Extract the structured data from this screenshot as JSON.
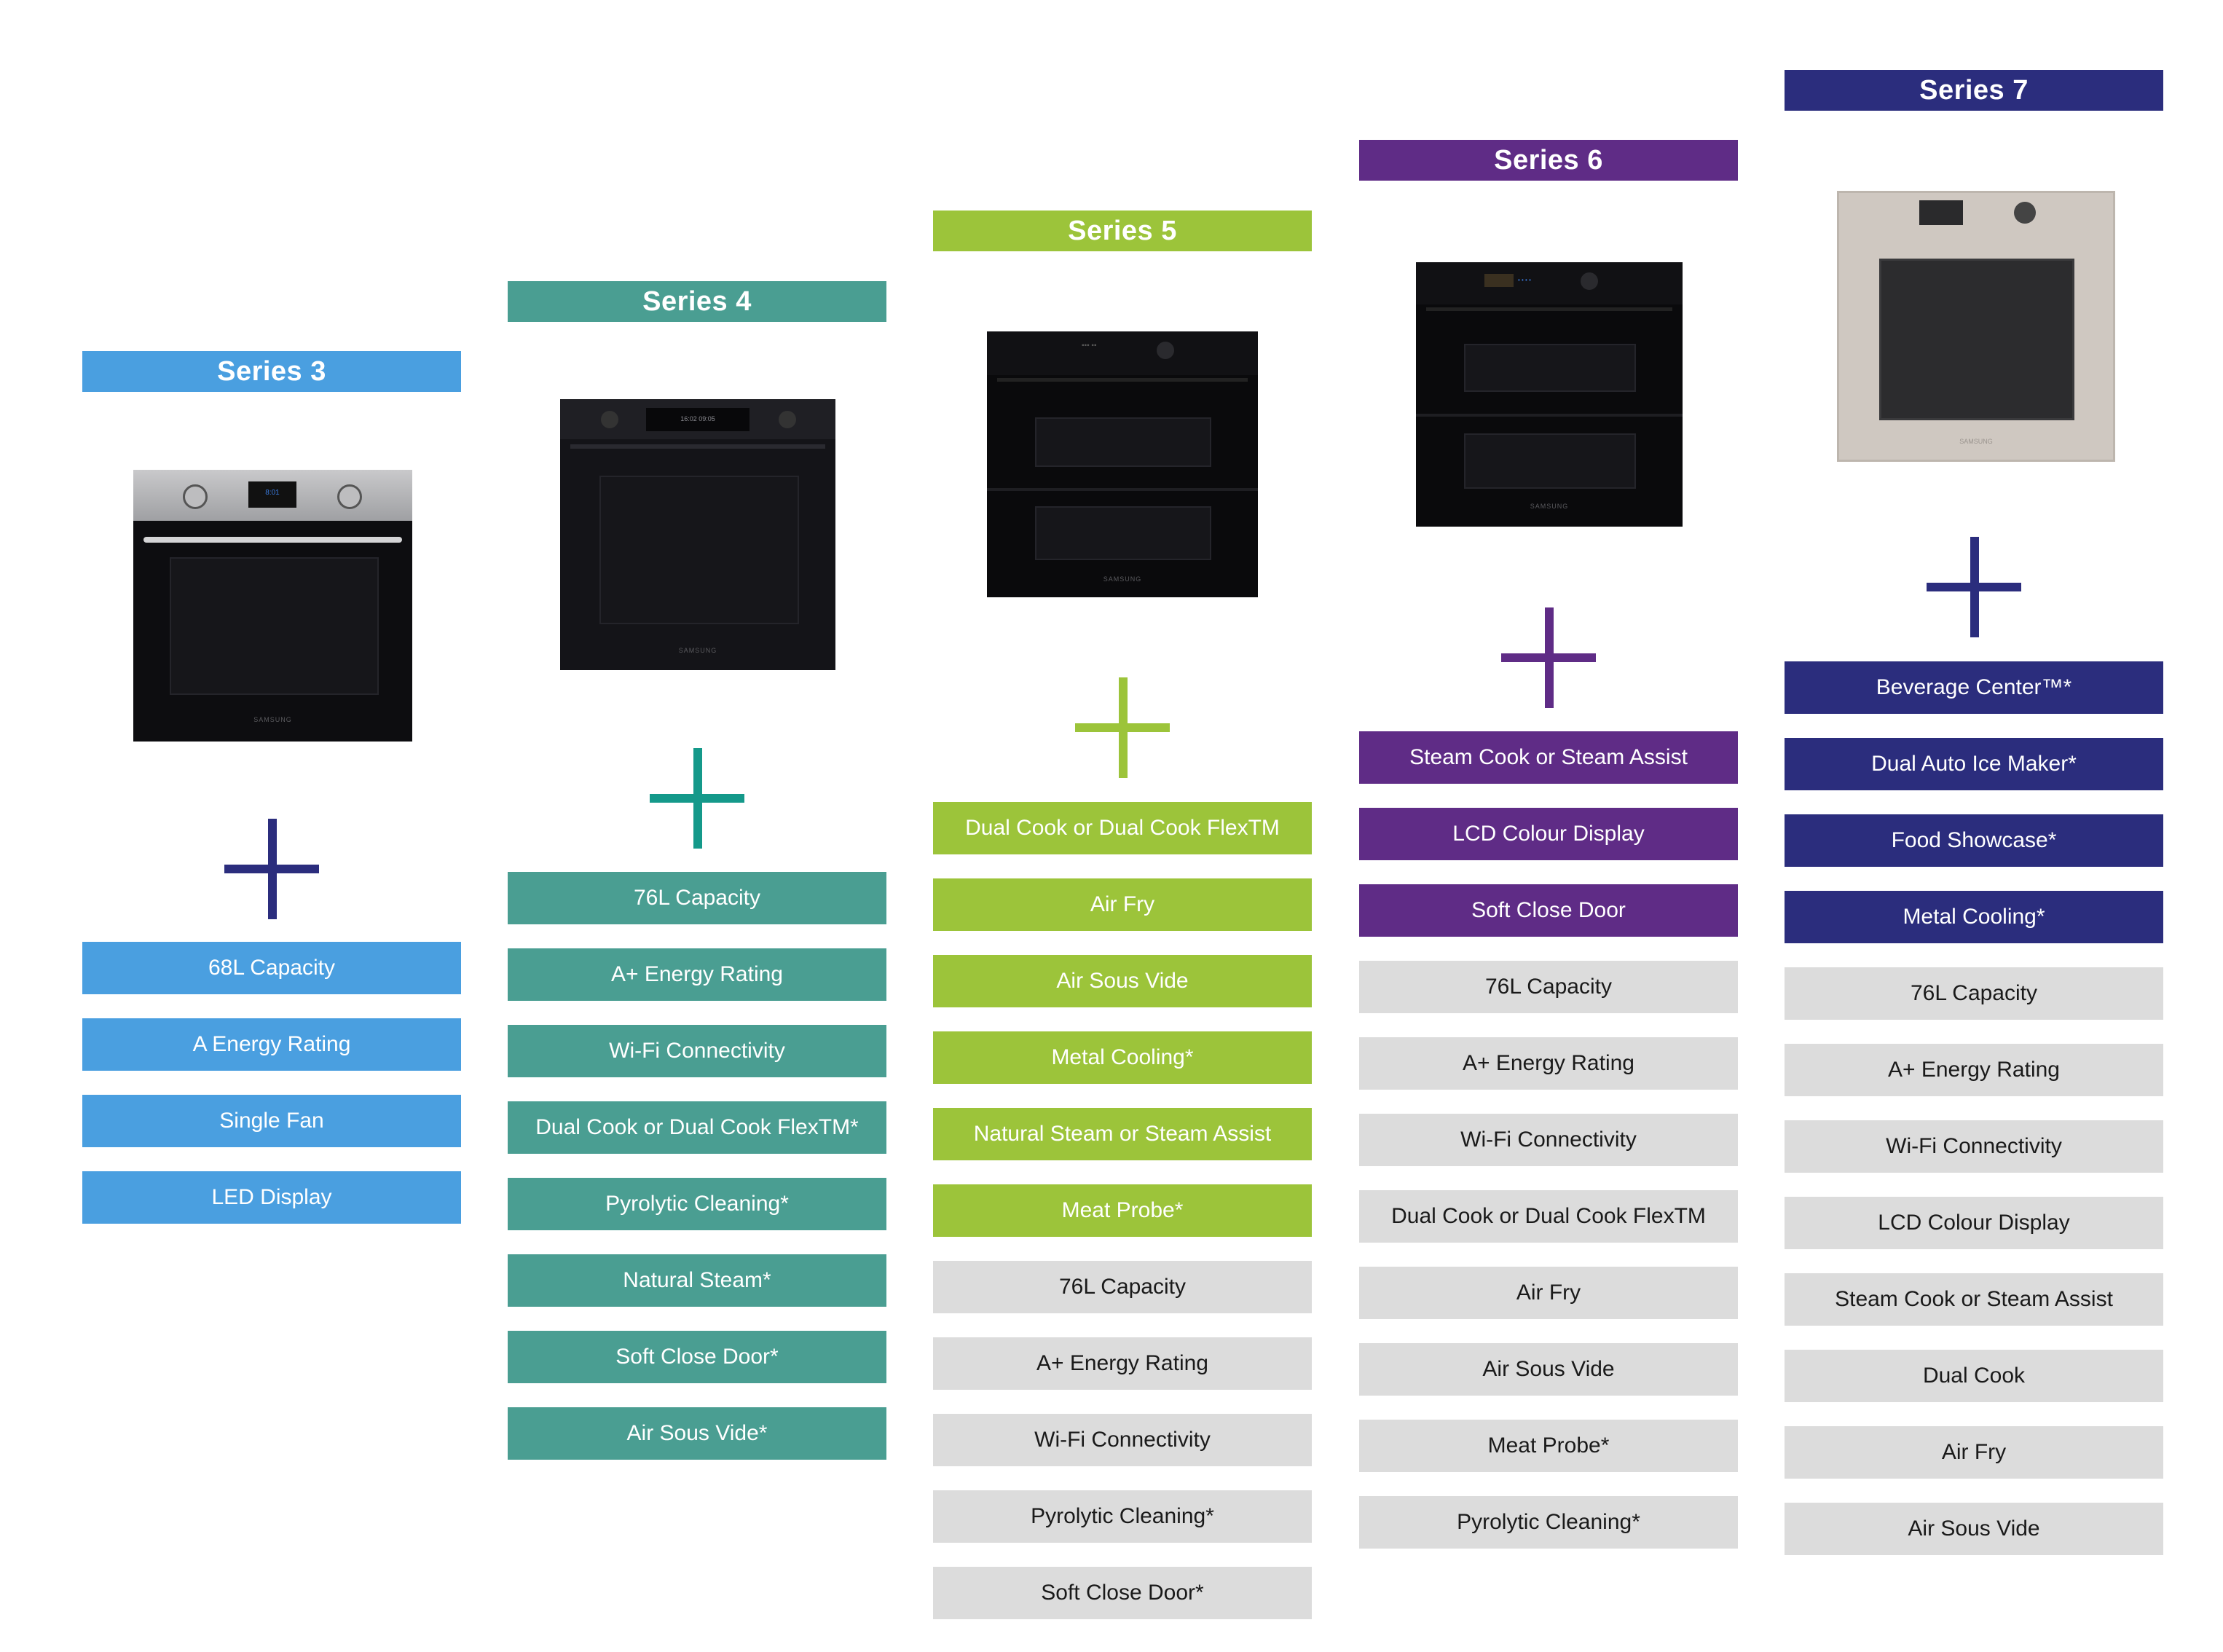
{
  "colors": {
    "series3": "#4a9fe0",
    "series4": "#4a9e92",
    "series5": "#9cc43a",
    "series6": "#5f2c86",
    "series7": "#2b2d7d",
    "plus3": "#2b2d7d",
    "plus4": "#14998a",
    "plus5": "#9cc43a",
    "plus6": "#5f2c86",
    "plus7": "#2b2d7d",
    "plain": "#dcdcdc"
  },
  "series": [
    {
      "title": "Series 3",
      "oven": "stainless-oven-image",
      "highlight": [
        "68L Capacity",
        "A Energy Rating",
        "Single Fan",
        "LED Display"
      ],
      "plain": []
    },
    {
      "title": "Series 4",
      "oven": "black-oven-image",
      "highlight": [
        "76L Capacity",
        "A+ Energy Rating",
        "Wi-Fi Connectivity",
        "Dual Cook or Dual Cook FlexTM*",
        "Pyrolytic Cleaning*",
        "Natural Steam*",
        "Soft Close Door*",
        "Air Sous Vide*"
      ],
      "plain": []
    },
    {
      "title": "Series 5",
      "oven": "flex-oven-image",
      "highlight": [
        "Dual Cook or Dual Cook FlexTM",
        "Air Fry",
        "Air Sous Vide",
        "Metal Cooling*",
        "Natural Steam or Steam Assist",
        "Meat Probe*"
      ],
      "plain": [
        "76L Capacity",
        "A+ Energy Rating",
        "Wi-Fi Connectivity",
        "Pyrolytic Cleaning*",
        "Soft Close Door*"
      ]
    },
    {
      "title": "Series 6",
      "oven": "lcd-flex-oven-image",
      "highlight": [
        "Steam Cook or Steam Assist",
        "LCD Colour Display",
        "Soft Close Door"
      ],
      "plain": [
        "76L Capacity",
        "A+ Energy Rating",
        "Wi-Fi Connectivity",
        "Dual Cook or Dual Cook FlexTM",
        "Air Fry",
        "Air Sous Vide",
        "Meat Probe*",
        "Pyrolytic Cleaning*"
      ]
    },
    {
      "title": "Series 7",
      "oven": "beige-oven-image",
      "highlight": [
        "Beverage Center™*",
        "Dual Auto Ice Maker*",
        "Food Showcase*",
        "Metal Cooling*"
      ],
      "plain": [
        "76L Capacity",
        "A+ Energy Rating",
        "Wi-Fi Connectivity",
        "LCD Colour Display",
        "Steam Cook or Steam Assist",
        "Dual Cook",
        "Air Fry",
        "Air Sous Vide"
      ]
    }
  ]
}
